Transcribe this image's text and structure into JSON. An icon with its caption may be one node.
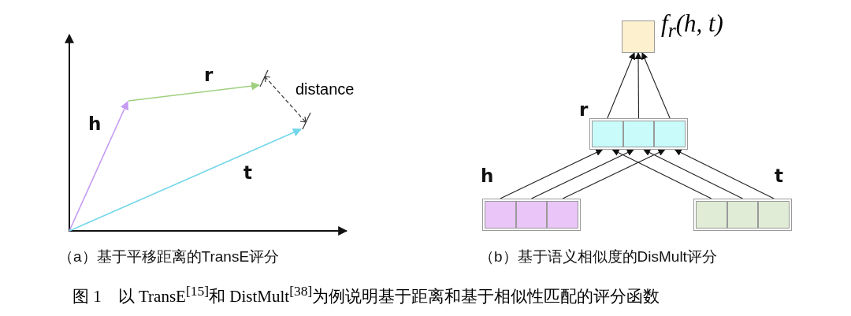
{
  "diagram": {
    "caption": "图 1　以 TransE$^{[15]}$和 DistMult$^{[38]}$为例说明基于距离和基于相似性匹配的评分函数",
    "nodes": [
      {
        "text": [],
        "shape": "box",
        "beside": [
          "f$_{r}$(h, t)"
        ]
      },
      {
        "text": [],
        "shape": "box",
        "beside": [
          "r"
        ]
      },
      {
        "text": [],
        "shape": "box",
        "in": 1
      },
      {
        "text": [],
        "shape": "box",
        "in": 1
      },
      {
        "text": [],
        "shape": "box",
        "in": 1
      },
      {
        "text": [],
        "shape": "box",
        "beside": [
          "h"
        ]
      },
      {
        "text": [],
        "shape": "box",
        "in": 5
      },
      {
        "text": [],
        "shape": "box",
        "in": 5
      },
      {
        "text": [],
        "shape": "box",
        "in": 5
      },
      {
        "text": [],
        "shape": "box",
        "beside": [
          "t"
        ]
      },
      {
        "text": [],
        "shape": "box",
        "in": 9
      },
      {
        "text": [],
        "shape": "box",
        "in": 9
      },
      {
        "text": [],
        "shape": "box",
        "in": 9
      }
    ],
    "edges": [
      {
        "from": 2,
        "to": 0,
        "arrow": "to"
      },
      {
        "from": 3,
        "to": 0,
        "arrow": "to"
      },
      {
        "from": 4,
        "to": 0,
        "arrow": "to"
      },
      {
        "from": 6,
        "to": 2,
        "arrow": "to"
      },
      {
        "from": 10,
        "to": 2,
        "arrow": "to"
      },
      {
        "from": 7,
        "to": 3,
        "arrow": "to"
      },
      {
        "from": 11,
        "to": 3,
        "arrow": "to"
      },
      {
        "from": 8,
        "to": 4,
        "arrow": "to"
      },
      {
        "from": 12,
        "to": 4,
        "arrow": "to"
      }
    ],
    "labels": [
      "h",
      "r",
      "t",
      "distance",
      "（a）基于平移距离的TransE评分",
      "（b）基于语义相似度的DisMult评分"
    ]
  }
}
